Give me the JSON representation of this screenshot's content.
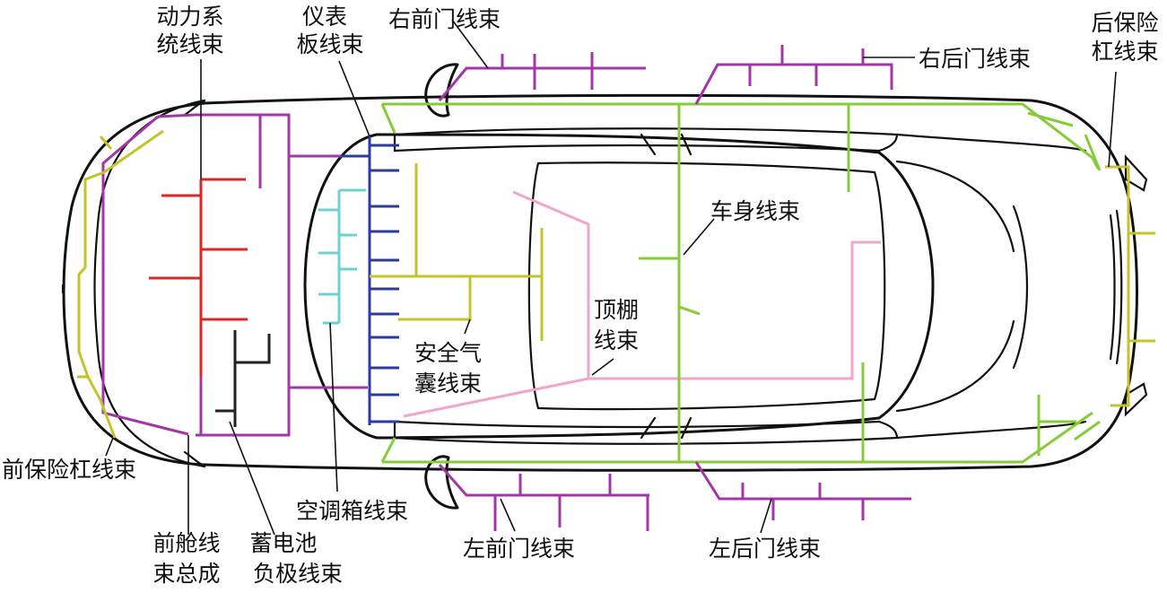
{
  "colors": {
    "outline": "#111111",
    "powertrain": "#d42a2a",
    "front_compartment": "#a335a8",
    "instrument_panel": "#2b3a9c",
    "hvac": "#6fd0d4",
    "airbag": "#c4c42a",
    "headliner": "#f0a6c8",
    "body": "#86cc3a",
    "battery_negative": "#222222"
  },
  "labels": {
    "powertrain": [
      "动力系",
      "统线束"
    ],
    "instrument_panel": [
      "仪表",
      "板线束"
    ],
    "right_front_door": "右前门线束",
    "right_rear_door": "右后门线束",
    "rear_bumper": [
      "后保险",
      "杠线束"
    ],
    "body": "车身线束",
    "headliner": [
      "顶棚",
      "线束"
    ],
    "airbag": [
      "安全气",
      "囊线束"
    ],
    "front_bumper": "前保险杠线束",
    "hvac": "空调箱线束",
    "left_front_door": "左前门线束",
    "left_rear_door": "左后门线束",
    "front_compartment": [
      "前舱线",
      "束总成"
    ],
    "battery_negative": [
      "蓄电池",
      "负极线束"
    ]
  }
}
